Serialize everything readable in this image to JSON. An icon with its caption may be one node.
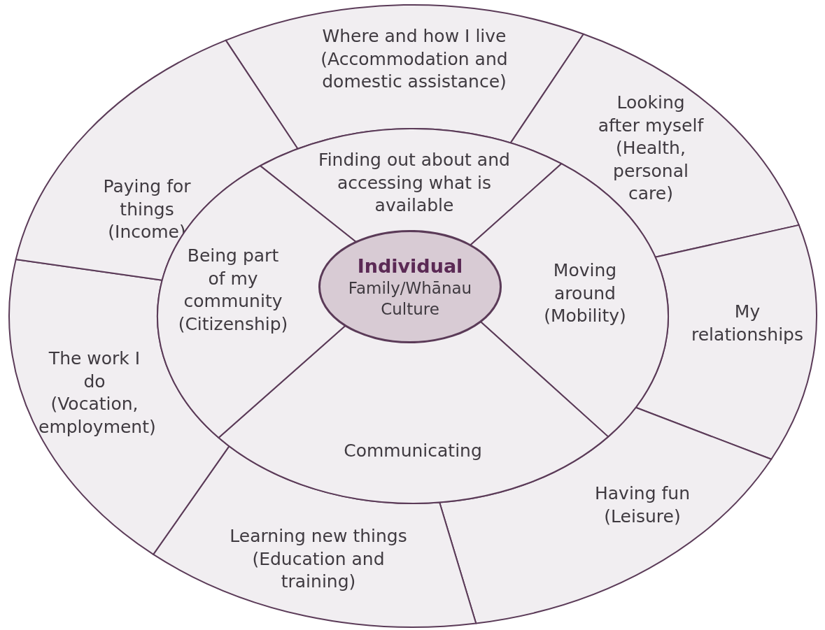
{
  "diagram": {
    "nodes": [
      {
        "text": [
          "Where and how I live (Accommodation and domestic assistance)"
        ]
      },
      {
        "text": [
          "Looking after myself (Health, personal care)"
        ]
      },
      {
        "text": [
          "My relationships"
        ]
      },
      {
        "text": [
          "Having fun (Leisure)"
        ]
      },
      {
        "text": [
          "Learning new things (Education and training)"
        ]
      },
      {
        "text": [
          "The work I do (Vocation, employment)"
        ]
      },
      {
        "text": [
          "Paying for things (Income)"
        ]
      },
      {
        "text": [
          "Finding out about and accessing what is available"
        ]
      },
      {
        "text": [
          "Moving around (Mobility)"
        ]
      },
      {
        "text": [
          "Communicating"
        ]
      },
      {
        "text": [
          "Being part of my community (Citizenship)"
        ]
      },
      {
        "text": [
          "Individual",
          "Family/Whānau",
          "Culture"
        ]
      }
    ]
  }
}
